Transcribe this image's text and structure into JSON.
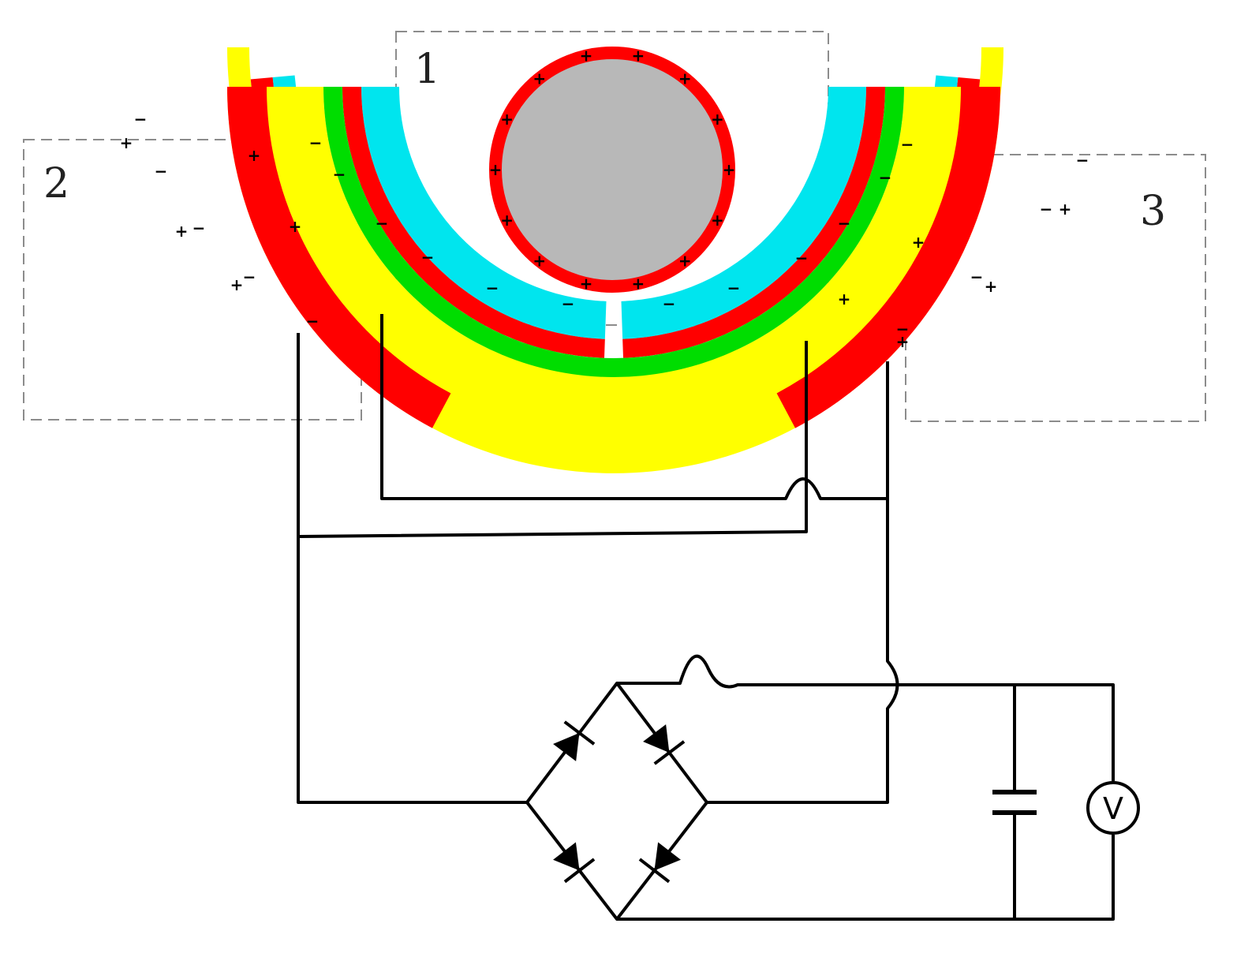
{
  "regions": [
    {
      "id": "1",
      "label": "1"
    },
    {
      "id": "2",
      "label": "2"
    },
    {
      "id": "3",
      "label": "3"
    }
  ],
  "charges": {
    "negative": "−",
    "positive": "+"
  },
  "meter": {
    "label": "V"
  },
  "colors": {
    "cyan": "#00e5ee",
    "red": "#ff0000",
    "yellow": "#ffff00",
    "green": "#00dd00",
    "gray": "#b8b8b8",
    "wire": "#000000"
  }
}
